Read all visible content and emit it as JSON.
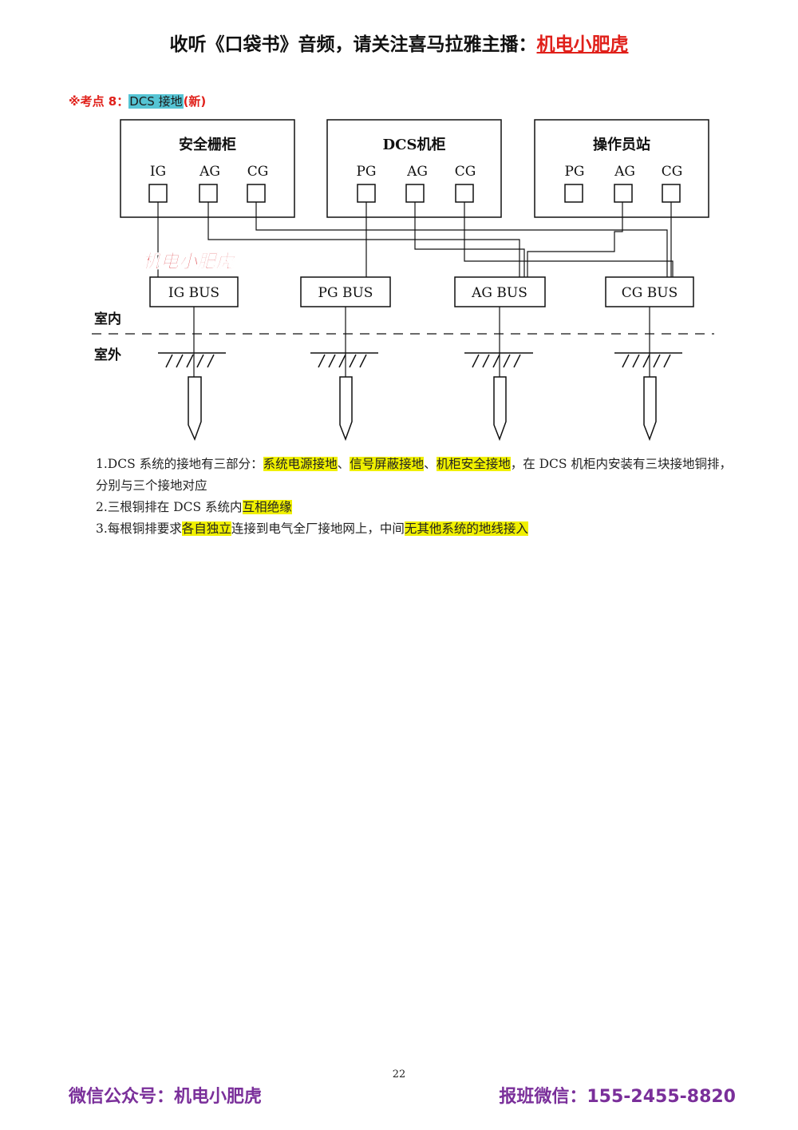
{
  "header": {
    "prefix": "收听《口袋书》音频，请关注喜马拉雅主播：",
    "brand": "机电小肥虎"
  },
  "section": {
    "marker": "※考点 8：",
    "topic": "DCS 接地",
    "suffix": "(新)"
  },
  "diagram": {
    "cabinets": [
      {
        "title": "安全栅柜",
        "terminals": [
          "IG",
          "AG",
          "CG"
        ]
      },
      {
        "title": "DCS机柜",
        "terminals": [
          "PG",
          "AG",
          "CG"
        ]
      },
      {
        "title": "操作员站",
        "terminals": [
          "PG",
          "AG",
          "CG"
        ]
      }
    ],
    "watermark": "机电小肥虎",
    "buses": [
      "IG BUS",
      "PG BUS",
      "AG BUS",
      "CG BUS"
    ],
    "indoor": "室内",
    "outdoor": "室外"
  },
  "body": {
    "p1": {
      "a": "1.DCS 系统的接地有三部分：",
      "h1": "系统电源接地",
      "sep1": "、",
      "h2": "信号屏蔽接地",
      "sep2": "、",
      "h3": "机柜安全接地",
      "b": "，在 DCS 机柜内安装有三块接地铜排，分别与三个接地对应"
    },
    "p2": {
      "a": "2.三根铜排在 DCS 系统内",
      "h1": "互相绝缘"
    },
    "p3": {
      "a": "3.每根铜排要求",
      "h1": "各自独立",
      "b": "连接到电气全厂接地网上，中间",
      "h2": "无其他系统的地线接入"
    }
  },
  "page_number": "22",
  "footer": {
    "left": "微信公众号：机电小肥虎",
    "right": "报班微信：155-2455-8820"
  }
}
